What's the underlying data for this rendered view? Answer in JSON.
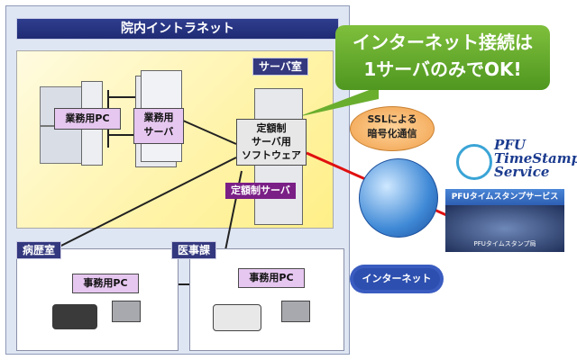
{
  "intranet": {
    "title": "院内イントラネット"
  },
  "server_room": {
    "label": "サーバ室"
  },
  "nodes": {
    "business_pc": "業務用PC",
    "business_server": "業務用\nサーバ",
    "software": "定額制\nサーバ用\nソフトウェア",
    "flat_rate_server": "定額制サーバ"
  },
  "departments": [
    {
      "label": "病歴室",
      "pc_label": "事務用PC"
    },
    {
      "label": "医事課",
      "pc_label": "事務用PC"
    }
  ],
  "callouts": {
    "internet_connection": "インターネット接続は\n1サーバのみでOK!",
    "ssl": "SSLによる\n暗号化通信"
  },
  "internet": {
    "label": "インターネット"
  },
  "pfu": {
    "logo_line1": "PFU",
    "logo_line2": "TimeStamp",
    "logo_line3": "Service",
    "banner": "PFUタイムスタンプサービス",
    "panel_caption": "PFUタイムスタンプ局"
  },
  "colors": {
    "navy": "#2f3d8f",
    "green": "#6aae2e",
    "purple": "#7a1f86",
    "red": "#e01010"
  }
}
